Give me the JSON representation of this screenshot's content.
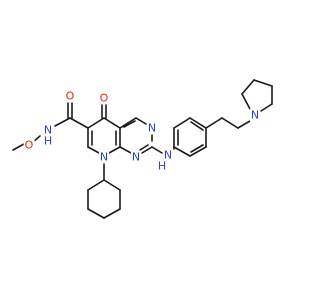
{
  "molecule": {
    "atom_labels": {
      "carbonyl_o": "O",
      "keto_o": "O",
      "amide_nh": "N\nH",
      "methoxy_o": "O",
      "n8": "N",
      "n1": "N",
      "n3": "N",
      "anilino_nh": "N\nH",
      "pyrrolidine_n": "N"
    },
    "colors": {
      "bond": "#1a1a1a",
      "oxygen": "#e8261b",
      "nitrogen": "#2f3fd6",
      "background": "#ffffff"
    }
  }
}
